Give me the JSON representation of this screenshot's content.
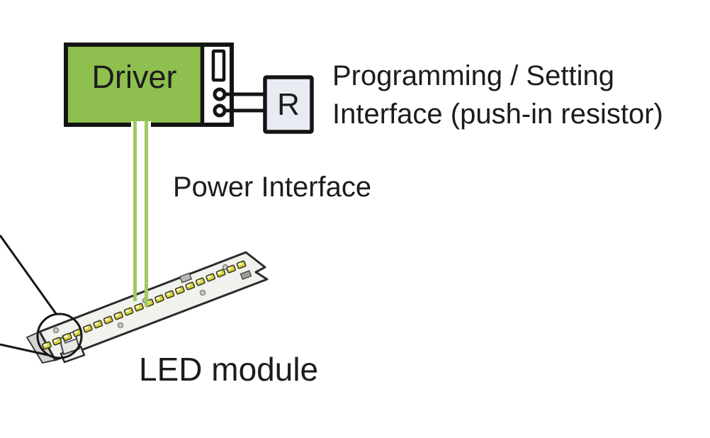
{
  "diagram": {
    "driver": {
      "label": "Driver"
    },
    "resistor": {
      "label": "R"
    },
    "labels": {
      "programming_line1": "Programming / Setting",
      "programming_line2": "Interface (push-in resistor)",
      "power": "Power Interface",
      "led_module": "LED module"
    },
    "led_module": {
      "led_count": 20
    },
    "colors": {
      "driver_fill": "#8ebf4f",
      "wire_green": "#9fc95f",
      "resistor_fill": "#e8ecf2",
      "outline": "#141414",
      "pcb_fill": "#f1f1ee",
      "pcb_side": "#d4d4d0",
      "led_fill": "#d7d33a",
      "text": "#1c1c1c"
    }
  }
}
